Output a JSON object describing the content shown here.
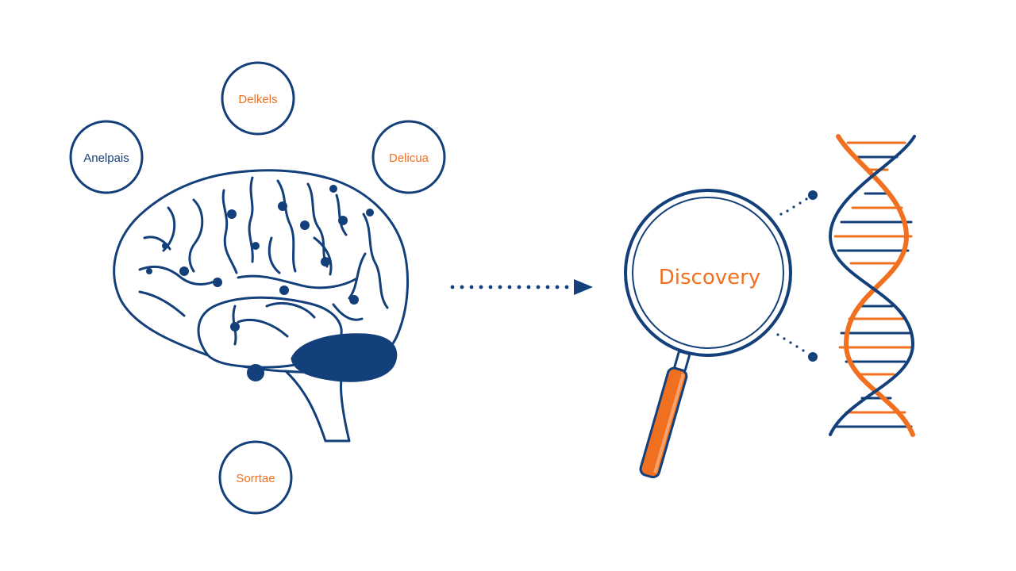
{
  "colors": {
    "navy": "#133f7a",
    "orange": "#f07020",
    "background": "#ffffff"
  },
  "bubbles": [
    {
      "id": "top",
      "label": "Delkels",
      "text_color": "#f07020"
    },
    {
      "id": "left",
      "label": "Anelpais",
      "text_color": "#133f7a"
    },
    {
      "id": "right",
      "label": "Delicua",
      "text_color": "#f07020"
    },
    {
      "id": "bottom",
      "label": "Sorrtae",
      "text_color": "#f07020"
    }
  ],
  "magnifier": {
    "label": "Discovery"
  },
  "icons": [
    "brain-icon",
    "dotted-arrow-icon",
    "magnifying-glass-icon",
    "dna-helix-icon"
  ]
}
